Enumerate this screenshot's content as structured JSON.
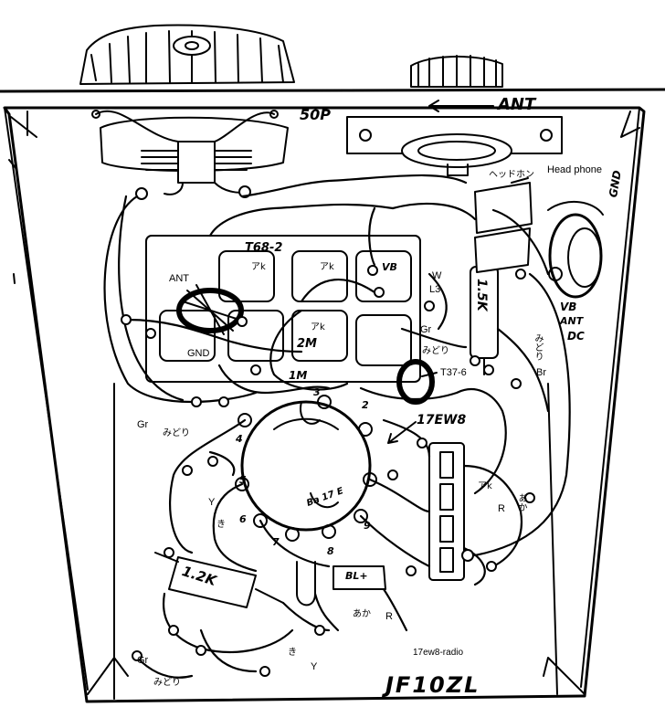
{
  "labels": {
    "cap_50p": "50P",
    "ant_top": "ANT",
    "ant_coil": "ANT",
    "headphone_jp": "ヘッドホン",
    "headphone_en": "Head phone",
    "gnd_right": "GND",
    "vb": "VB",
    "coil_t68": "T68-2",
    "ak_1": "アk",
    "ak_2": "アk",
    "vb_coil": "VB",
    "w": "W",
    "l3": "L3",
    "gr_mid": "Gr",
    "midori_mid": "みどり",
    "res_15k": "1.5K",
    "vb_ant": "VB",
    "ant_label_r": "ANT",
    "dc": "DC",
    "midori_r": "みどり",
    "br": "Br",
    "gnd_box": "GND",
    "ak_small": "アk",
    "r_2m": "2M",
    "t37": "T37-6",
    "r_1m": "1M",
    "pin3": "3",
    "pin2": "2",
    "pin4": "4",
    "pin5": "5",
    "pin6": "6",
    "pin7": "7",
    "pin9": "9",
    "tube": "17EW8",
    "tube_body": "Ba 17 E",
    "gr_left": "Gr",
    "midori_left": "みどり",
    "y_left": "Y",
    "ki_left": "き",
    "ak_strip": "アk",
    "aka_strip": "あか",
    "r_strip": "R",
    "bl_plus": "BL+",
    "res_12k": "1.2K",
    "pin8": "8",
    "aka_bottom": "あか",
    "r_bottom": "R",
    "watermark": "17ew8-radio",
    "gr_bottom": "Gr",
    "midori_bottom": "みどり",
    "ki_bottom": "き",
    "y_bottom": "Y",
    "callsign": "JF10ZL"
  },
  "colors": {
    "ink": "#000000",
    "paper": "#ffffff"
  }
}
